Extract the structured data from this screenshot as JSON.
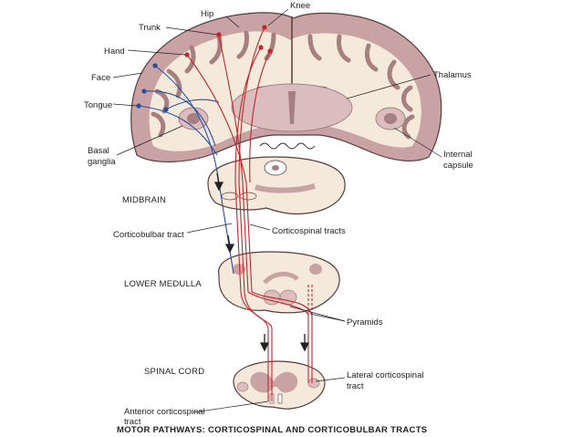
{
  "labels": {
    "knee": "Knee",
    "hip": "Hip",
    "trunk": "Trunk",
    "hand": "Hand",
    "face": "Face",
    "tongue": "Tongue",
    "basal_line1": "Basal",
    "basal_line2": "ganglia",
    "thalamus": "Thalamus",
    "internal_line1": "Internal",
    "internal_line2": "capsule",
    "midbrain": "MIDBRAIN",
    "corticobulbar": "Corticobulbar tract",
    "corticospinal": "Corticospinal tracts",
    "lower_medulla": "LOWER MEDULLA",
    "pyramids": "Pyramids",
    "spinal_cord": "SPINAL CORD",
    "lateral_line1": "Lateral corticospinal",
    "lateral_line2": "tract",
    "anterior_line1": "Anterior corticospinal",
    "anterior_line2": "tract"
  },
  "caption": "MOTOR PATHWAYS: CORTICOSPINAL AND CORTICOBULBAR TRACTS",
  "colors": {
    "cortex": "#c9a3a3",
    "cortex_dark": "#a67f80",
    "white_matter": "#f5e9dc",
    "thalamus": "#dcbdbd",
    "corticospinal": "#c0272d",
    "corticobulbar": "#2a4f9e",
    "outline": "#5b3b3b"
  }
}
